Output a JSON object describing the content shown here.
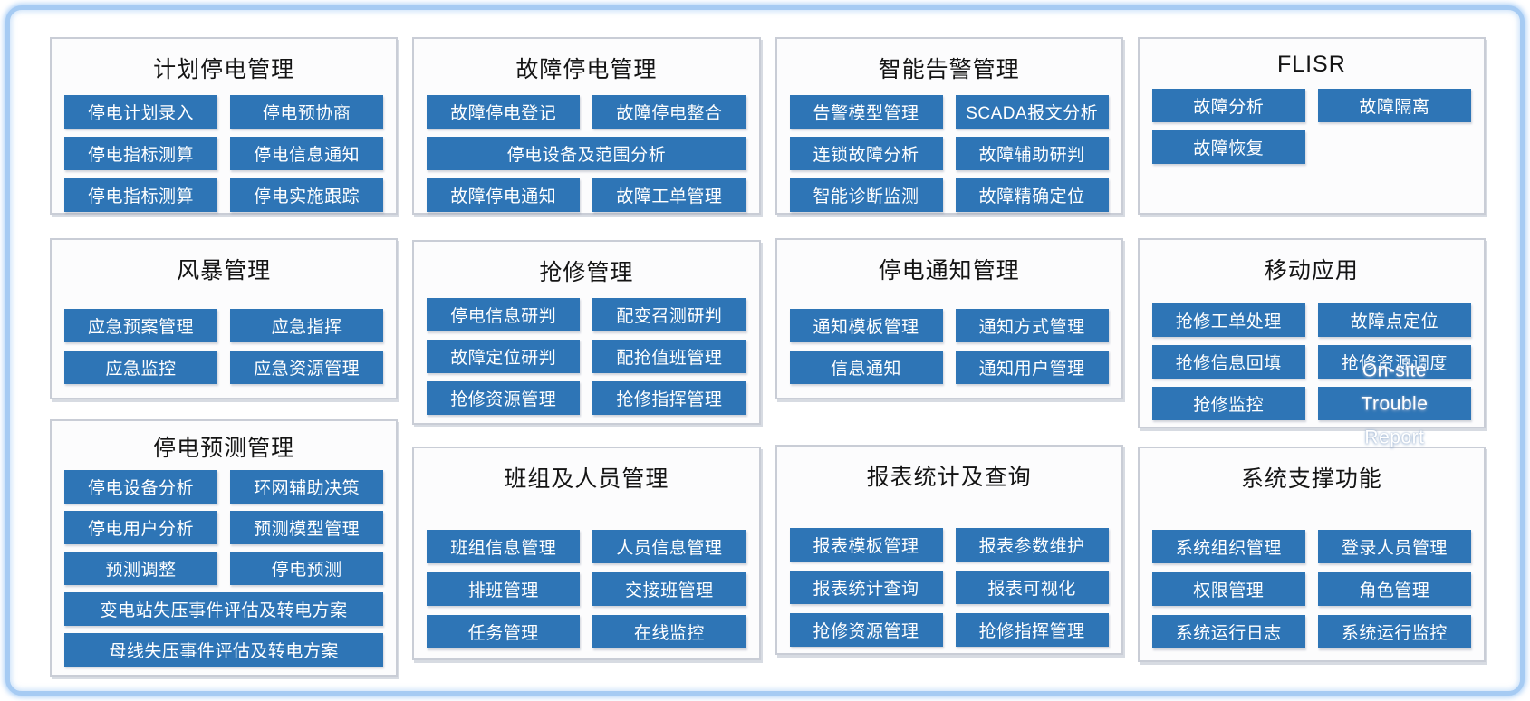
{
  "colors": {
    "accent": "#2E75B6",
    "button_text": "#ffffff",
    "panel_border": "#c9cdd6",
    "frame_border": "#a6cbf3",
    "title_color": "#141414"
  },
  "columns": [
    {
      "panels": [
        {
          "id": "planned-outage-management",
          "title": "计划停电管理",
          "buttons": [
            {
              "label": "停电计划录入"
            },
            {
              "label": "停电预协商"
            },
            {
              "label": "停电指标测算"
            },
            {
              "label": "停电信息通知"
            },
            {
              "label": "停电指标测算"
            },
            {
              "label": "停电实施跟踪"
            }
          ]
        },
        {
          "id": "storm-management",
          "title": "风暴管理",
          "buttons": [
            {
              "label": "应急预案管理"
            },
            {
              "label": "应急指挥"
            },
            {
              "label": "应急监控"
            },
            {
              "label": "应急资源管理"
            }
          ]
        },
        {
          "id": "outage-forecast-management",
          "title": "停电预测管理",
          "buttons": [
            {
              "label": "停电设备分析"
            },
            {
              "label": "环网辅助决策"
            },
            {
              "label": "停电用户分析"
            },
            {
              "label": "预测模型管理"
            },
            {
              "label": "预测调整"
            },
            {
              "label": "停电预测"
            },
            {
              "label": "变电站失压事件评估及转电方案",
              "span": 2
            },
            {
              "label": "母线失压事件评估及转电方案",
              "span": 2
            }
          ]
        }
      ]
    },
    {
      "panels": [
        {
          "id": "fault-outage-management",
          "title": "故障停电管理",
          "buttons": [
            {
              "label": "故障停电登记"
            },
            {
              "label": "故障停电整合"
            },
            {
              "label": "停电设备及范围分析",
              "span": 2
            },
            {
              "label": "故障停电通知"
            },
            {
              "label": "故障工单管理"
            }
          ]
        },
        {
          "id": "repair-management",
          "title": "抢修管理",
          "buttons": [
            {
              "label": "停电信息研判"
            },
            {
              "label": "配变召测研判"
            },
            {
              "label": "故障定位研判"
            },
            {
              "label": "配抢值班管理"
            },
            {
              "label": "抢修资源管理"
            },
            {
              "label": "抢修指挥管理"
            }
          ]
        },
        {
          "id": "team-and-personnel-management",
          "title": "班组及人员管理",
          "buttons": [
            {
              "label": "班组信息管理"
            },
            {
              "label": "人员信息管理"
            },
            {
              "label": "排班管理"
            },
            {
              "label": "交接班管理"
            },
            {
              "label": "任务管理"
            },
            {
              "label": "在线监控"
            }
          ]
        }
      ]
    },
    {
      "panels": [
        {
          "id": "intelligent-alarm-management",
          "title": "智能告警管理",
          "buttons": [
            {
              "label": "告警模型管理"
            },
            {
              "label": "SCADA报文分析"
            },
            {
              "label": "连锁故障分析"
            },
            {
              "label": "故障辅助研判"
            },
            {
              "label": "智能诊断监测"
            },
            {
              "label": "故障精确定位"
            }
          ]
        },
        {
          "id": "outage-notification-management",
          "title": "停电通知管理",
          "buttons": [
            {
              "label": "通知模板管理"
            },
            {
              "label": "通知方式管理"
            },
            {
              "label": "信息通知"
            },
            {
              "label": "通知用户管理"
            }
          ]
        },
        {
          "id": "report-statistics-and-query",
          "title": "报表统计及查询",
          "buttons": [
            {
              "label": "报表模板管理"
            },
            {
              "label": "报表参数维护"
            },
            {
              "label": "报表统计查询"
            },
            {
              "label": "报表可视化"
            },
            {
              "label": "抢修资源管理"
            },
            {
              "label": "抢修指挥管理"
            }
          ]
        }
      ]
    },
    {
      "panels": [
        {
          "id": "flisr",
          "title": "FLISR",
          "buttons": [
            {
              "label": "故障分析"
            },
            {
              "label": "故障隔离"
            },
            {
              "label": "故障恢复"
            },
            {
              "label": "",
              "empty": true
            }
          ]
        },
        {
          "id": "mobile-application",
          "title": "移动应用",
          "buttons": [
            {
              "label": "抢修工单处理"
            },
            {
              "label": "故障点定位"
            },
            {
              "label": "抢修信息回填"
            },
            {
              "label": "抢修资源调度"
            },
            {
              "label": "抢修监控"
            },
            {
              "label": "On-site Trouble Report",
              "overflow": true,
              "lines": [
                "On-site",
                "Trouble",
                "Report"
              ]
            }
          ]
        },
        {
          "id": "system-support-functions",
          "title": "系统支撑功能",
          "buttons": [
            {
              "label": "系统组织管理"
            },
            {
              "label": "登录人员管理"
            },
            {
              "label": "权限管理"
            },
            {
              "label": "角色管理"
            },
            {
              "label": "系统运行日志"
            },
            {
              "label": "系统运行监控"
            }
          ]
        }
      ]
    }
  ]
}
